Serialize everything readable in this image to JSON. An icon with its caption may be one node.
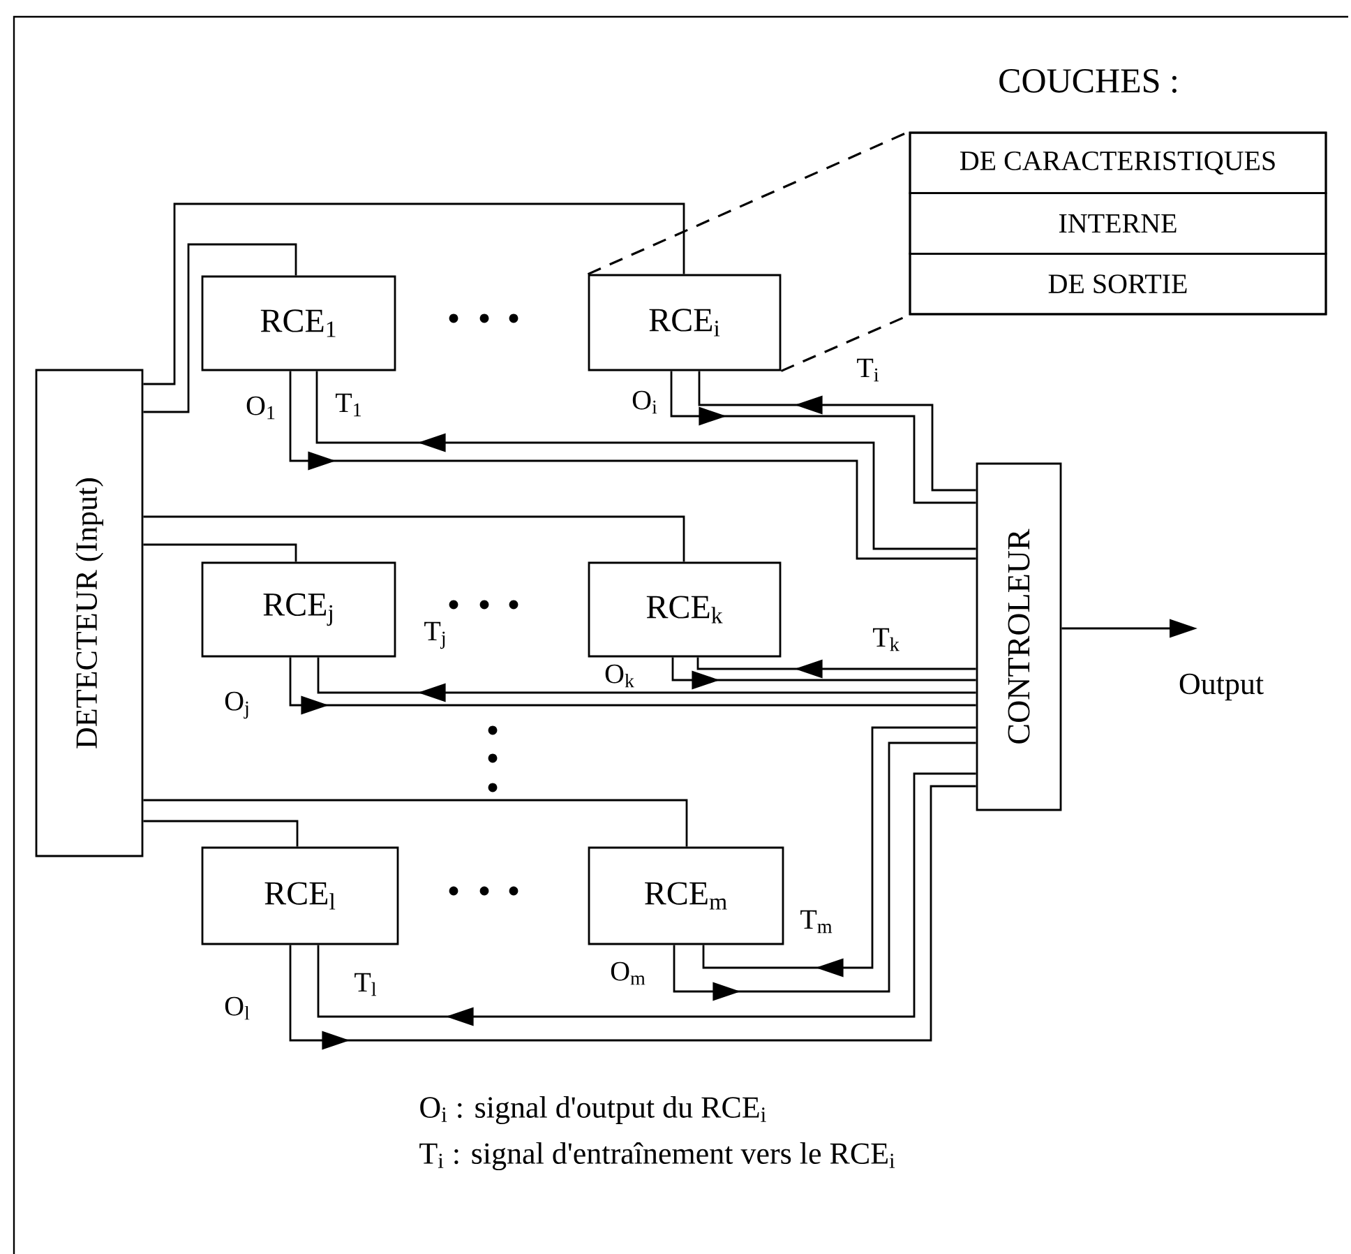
{
  "diagram": {
    "nodes": [
      {
        "text": [
          "DETECTEUR  (Input)"
        ]
      },
      {
        "text": [
          "RCE$_{1}$"
        ]
      },
      {
        "text": [
          "RCE$_{i}$"
        ]
      },
      {
        "text": [
          "RCE$_{j}$"
        ]
      },
      {
        "text": [
          "RCE$_{k}$"
        ]
      },
      {
        "text": [
          "RCE$_{l}$"
        ]
      },
      {
        "text": [
          "RCE$_{m}$"
        ]
      },
      {
        "text": [
          "CONTROLEUR"
        ]
      },
      {
        "text": [
          "COUCHES :"
        ]
      },
      {
        "text": [
          "DE  CARACTERISTIQUES"
        ],
        "in": 8
      },
      {
        "text": [
          "INTERNE"
        ],
        "in": 8
      },
      {
        "text": [
          "DE SORTIE"
        ],
        "in": 8
      }
    ],
    "edges": [
      {
        "from": 0,
        "to": 1,
        "arrow": "none"
      },
      {
        "from": 0,
        "to": 2,
        "arrow": "none"
      },
      {
        "from": 0,
        "to": 3,
        "arrow": "none"
      },
      {
        "from": 0,
        "to": 4,
        "arrow": "none"
      },
      {
        "from": 0,
        "to": 5,
        "arrow": "none"
      },
      {
        "from": 0,
        "to": 6,
        "arrow": "none"
      },
      {
        "from": 1,
        "to": 7,
        "arrow": "to",
        "label": "O$_{1}$"
      },
      {
        "from": 7,
        "to": 1,
        "arrow": "to",
        "label": "T$_{1}$"
      },
      {
        "from": 2,
        "to": 7,
        "arrow": "to",
        "label": "O$_{i}$"
      },
      {
        "from": 7,
        "to": 2,
        "arrow": "to",
        "label": "T$_{i}$"
      },
      {
        "from": 3,
        "to": 7,
        "arrow": "to",
        "label": "O$_{j}$"
      },
      {
        "from": 7,
        "to": 3,
        "arrow": "to",
        "label": "T$_{j}$"
      },
      {
        "from": 4,
        "to": 7,
        "arrow": "to",
        "label": "O$_{k}$"
      },
      {
        "from": 7,
        "to": 4,
        "arrow": "to",
        "label": "T$_{k}$"
      },
      {
        "from": 5,
        "to": 7,
        "arrow": "to",
        "label": "O$_{l}$"
      },
      {
        "from": 7,
        "to": 5,
        "arrow": "to",
        "label": "T$_{l}$"
      },
      {
        "from": 6,
        "to": 7,
        "arrow": "to",
        "label": "O$_{m}$"
      },
      {
        "from": 7,
        "to": 6,
        "arrow": "to",
        "label": "T$_{m}$"
      },
      {
        "from": 2,
        "to": 8,
        "arrow": "none",
        "style": "dashed"
      },
      {
        "from": 2,
        "to": 8,
        "arrow": "none",
        "style": "dashed"
      },
      {
        "from": 7,
        "to": null,
        "arrow": "to",
        "label": "Output"
      }
    ],
    "labels": [
      "O$_{i}$ : signal d'output du RCE$_{i}$",
      "T$_{i}$ : signal d'entraînement vers le RCE$_{i}$"
    ]
  }
}
